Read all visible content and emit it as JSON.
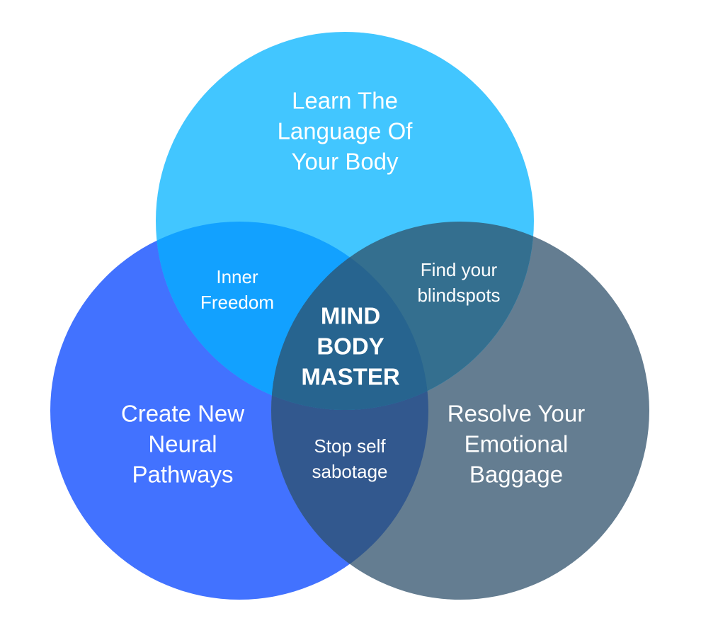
{
  "diagram": {
    "type": "venn",
    "sets": [
      {
        "id": "top",
        "label": "Learn The\nLanguage Of\nYour Body",
        "color": "#42C6FF"
      },
      {
        "id": "left",
        "label": "Create New\nNeural\nPathways",
        "color": "#4272FF"
      },
      {
        "id": "right",
        "label": "Resolve Your\nEmotional\nBaggage",
        "color": "#647D91"
      }
    ],
    "intersections": [
      {
        "sets": [
          "top",
          "left"
        ],
        "label": "Inner\nFreedom",
        "color": "#12A1FF"
      },
      {
        "sets": [
          "top",
          "right"
        ],
        "label": "Find your\nblindspots",
        "color": "#346F8F"
      },
      {
        "sets": [
          "left",
          "right"
        ],
        "label": "Stop self\nsabotage",
        "color": "#32588E"
      },
      {
        "sets": [
          "top",
          "left",
          "right"
        ],
        "label": "MIND\nBODY\nMASTER",
        "color": "#27648F"
      }
    ]
  }
}
